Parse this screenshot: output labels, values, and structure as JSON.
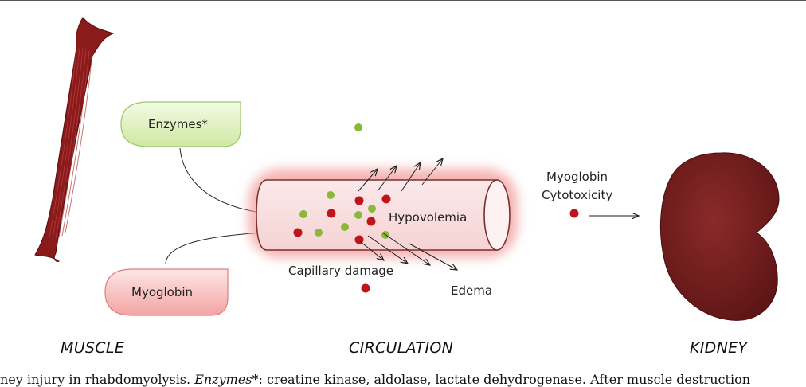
{
  "labels": {
    "enzymes": "Enzymes*",
    "myoglobin": "Myoglobin",
    "hypovolemia": "Hypovolemia",
    "capillary_damage": "Capillary damage",
    "edema": "Edema",
    "myoglobin_cytotoxicity_line1": "Myoglobin",
    "myoglobin_cytotoxicity_line2": "Cytotoxicity"
  },
  "sections": {
    "muscle": "MUSCLE",
    "circulation": "CIRCULATION",
    "kidney": "KIDNEY"
  },
  "caption": {
    "part1": "ney injury in rhabdomyolysis. ",
    "part2": "Enzymes*",
    "part3": ": creatine kinase, aldolase, lactate dehydrogenase. After muscle destruction"
  },
  "colors": {
    "muscle": "#8b1a1a",
    "enzyme_dot": "#8ab83a",
    "myoglobin_dot": "#c0141c",
    "kidney": "#6e1c1c",
    "vessel_glow": "#f08a8a"
  }
}
